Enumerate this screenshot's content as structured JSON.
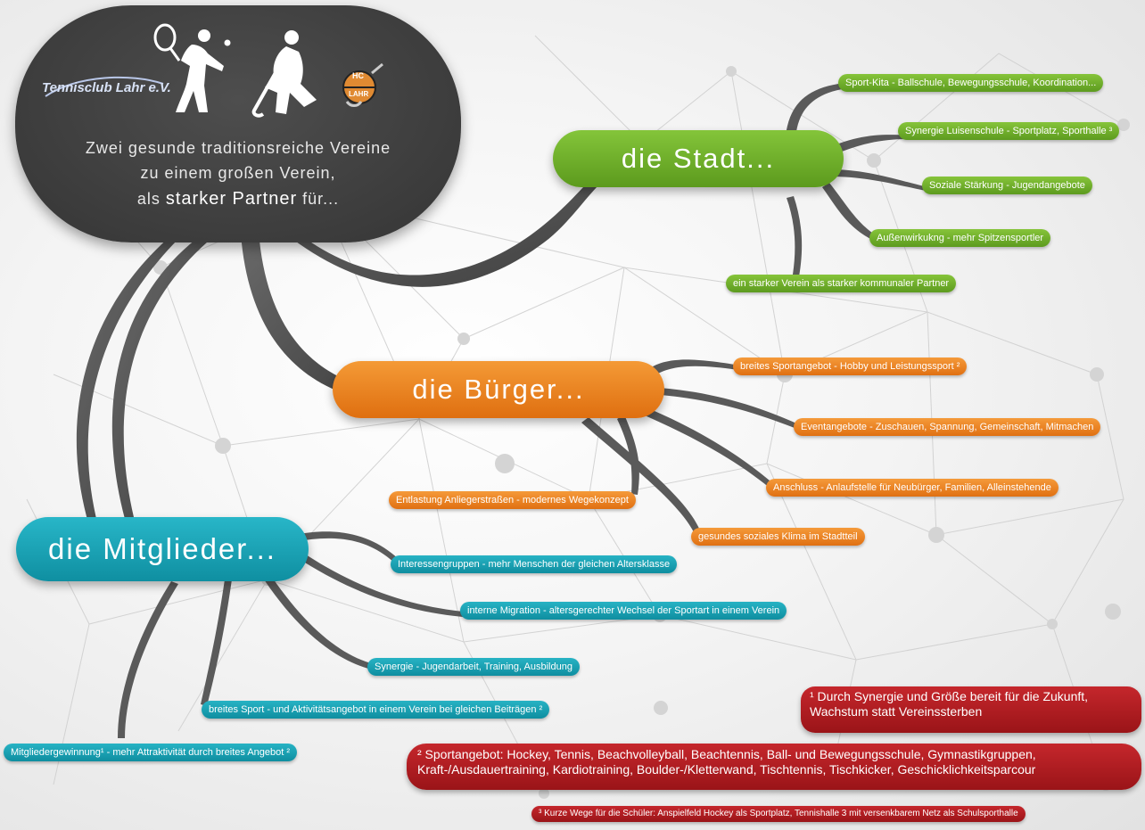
{
  "hero": {
    "logo_tennis_text": "Tennisclub Lahr e.V.",
    "logo_hockey_top": "HC",
    "logo_hockey_bottom": "LAHR",
    "line1": "Zwei gesunde traditionsreiche Vereine",
    "line2": "zu einem großen Verein,",
    "line3a": "als ",
    "line3b": "starker Partner",
    "line3c": " für..."
  },
  "hubs": {
    "stadt": "die Stadt...",
    "buerger": "die Bürger...",
    "mitglieder": "die Mitglieder..."
  },
  "stadt_items": [
    "Sport-Kita - Ballschule, Bewegungsschule, Koordination...",
    "Synergie Luisenschule - Sportplatz, Sporthalle ³",
    "Soziale Stärkung - Jugendangebote",
    "Außenwirkukng - mehr Spitzensportler",
    "ein starker Verein als starker kommunaler Partner"
  ],
  "buerger_items": [
    "breites Sportangebot - Hobby und Leistungssport ²",
    "Eventangebote - Zuschauen, Spannung, Gemeinschaft, Mitmachen",
    "Anschluss - Anlaufstelle für Neubürger, Familien, Alleinstehende",
    "Entlastung Anliegerstraßen - modernes Wegekonzept",
    "gesundes soziales Klima im Stadtteil"
  ],
  "mitglieder_items": [
    "Interessengruppen - mehr Menschen der gleichen Altersklasse",
    "interne Migration - altersgerechter Wechsel der Sportart in einem Verein",
    "Synergie - Jugendarbeit, Training, Ausbildung",
    "breites Sport - und Aktivitätsangebot in einem Verein bei gleichen Beiträgen ²",
    "Mitgliedergewinnung¹ - mehr Attraktivität durch breites Angebot ²"
  ],
  "footnotes": {
    "note1_line1": "¹ Durch Synergie und Größe bereit für die Zukunft,",
    "note1_line2": "Wachstum statt Vereinssterben",
    "note2_line1": "² Sportangebot: Hockey, Tennis, Beachvolleyball, Beachtennis, Ball- und Bewegungsschule, Gymnastikgruppen,",
    "note2_line2": "Kraft-/Ausdauertraining, Kardiotraining, Boulder-/Kletterwand, Tischtennis, Tischkicker, Geschicklichkeitsparcour",
    "note3": "³ Kurze Wege für die Schüler: Anspielfeld Hockey als Sportplatz, Tennishalle 3 mit versenkbarem Netz als Schulsporthalle"
  },
  "colors": {
    "stadt": "#6aab2a",
    "buerger": "#ea8220",
    "mitglieder": "#1aa3b4",
    "hero": "#3f3f3f",
    "footnote": "#b01c20",
    "branch": "#5a5a5a"
  }
}
